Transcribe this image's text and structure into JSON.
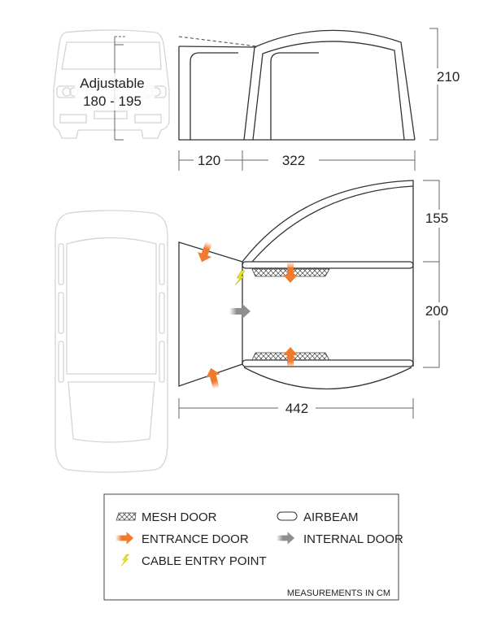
{
  "side_view": {
    "adjustable_label": "Adjustable",
    "adjustable_range": "180 - 195",
    "porch_width": "120",
    "main_width": "322",
    "height": "210"
  },
  "plan_view": {
    "front_depth": "155",
    "rear_depth": "200",
    "total_length": "442"
  },
  "legend": {
    "mesh_door": "MESH DOOR",
    "airbeam": "AIRBEAM",
    "entrance_door": "ENTRANCE DOOR",
    "internal_door": "INTERNAL DOOR",
    "cable_entry": "CABLE ENTRY POINT",
    "units_note": "MEASUREMENTS IN CM"
  },
  "colors": {
    "entrance": "#f07a2e",
    "internal": "#8f8f92",
    "cable": "#e8e020"
  }
}
